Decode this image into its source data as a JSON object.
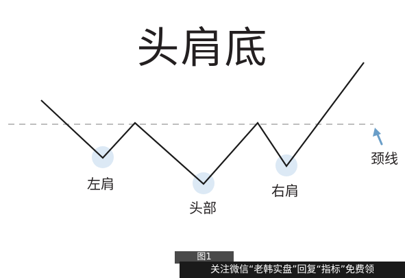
{
  "title": "头肩底",
  "labels": {
    "left_shoulder": "左肩",
    "head": "头部",
    "right_shoulder": "右肩",
    "neckline": "颈线"
  },
  "figure_caption": "图1",
  "watermark": "关注微信“老韩实盘”回复“指标”免费领",
  "colors": {
    "line": "#1a1a1a",
    "neckline": "#a8a8a8",
    "highlight": "#dce9f5",
    "arrow": "#6a9ec8"
  }
}
